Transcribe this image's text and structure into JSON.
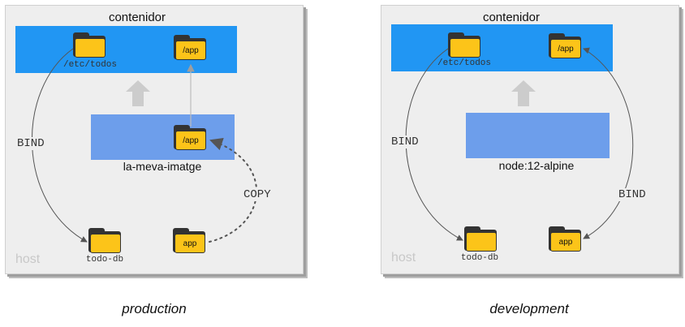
{
  "panels": [
    {
      "host_label": "host",
      "container_title": "contenidor",
      "container_folders": {
        "etc_label": "/etc/todos",
        "app_label": "/app"
      },
      "image": {
        "label": "la-meva-imatge",
        "app_label": "/app"
      },
      "host_folders": {
        "todo_label": "todo-db",
        "app_label": "app"
      },
      "bind_label": "BIND",
      "copy_label": "COPY",
      "caption": "production"
    },
    {
      "host_label": "host",
      "container_title": "contenidor",
      "container_folders": {
        "etc_label": "/etc/todos",
        "app_label": "/app"
      },
      "image": {
        "label": "node:12-alpine"
      },
      "host_folders": {
        "todo_label": "todo-db",
        "app_label": "app"
      },
      "bind_label_left": "BIND",
      "bind_label_right": "BIND",
      "caption": "development"
    }
  ],
  "colors": {
    "host_bg": "#eeeeee",
    "container_band": "#2196f3",
    "image_band": "#6d9eeb",
    "folder": "#fcc419"
  }
}
